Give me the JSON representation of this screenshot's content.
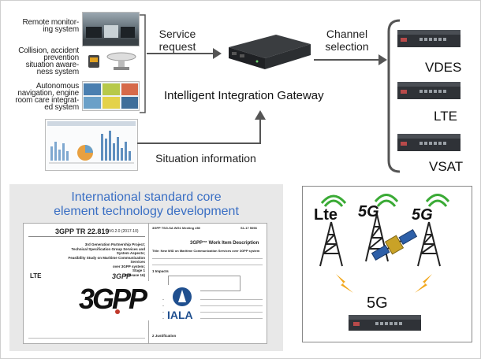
{
  "systems": [
    {
      "label": "Remote monitor-\ning system"
    },
    {
      "label": "Collision, accident\nprevention\nsituation aware-\nness system"
    },
    {
      "label": "Autonomous\nnavigation, engine\nroom care integrat-\ned system"
    }
  ],
  "service_request": "Service\nrequest",
  "channel_selection": "Channel\nselection",
  "gateway_label": "Intelligent Integration Gateway",
  "situation_info": "Situation information",
  "channels": [
    "VDES",
    "LTE",
    "VSAT"
  ],
  "standards_title": "International standard core\nelement technology development",
  "doc_left": {
    "header": "3GPP TR 22.819",
    "version": "V0.2.0 (2017-10)",
    "body": "3rd Generation Partnership Project;\nTechnical Specification Group Services and System Aspects;\nFeasibility Study on Maritime Communication Services\nover 3GPP system;\nStage 1\n(Release 16)",
    "logo_small": "LTE",
    "logo_3gpp": "3GPP"
  },
  "doc_right": {
    "header_left": "3GPP TSG-SA WG1 Meeting #80",
    "header_right": "S1-17 5098",
    "title": "3GPP™ Work Item Description",
    "subtitle": "Title: New WID on Maritime Communication Services over 3GPP system",
    "section1": "1    Impacts",
    "section2": "2    Justification"
  },
  "logo_big": "3GPP",
  "iala": "IALA",
  "network": {
    "lte": "Lte",
    "g5_left": "5G",
    "g5_right": "5G",
    "g5_bottom": "5G"
  }
}
